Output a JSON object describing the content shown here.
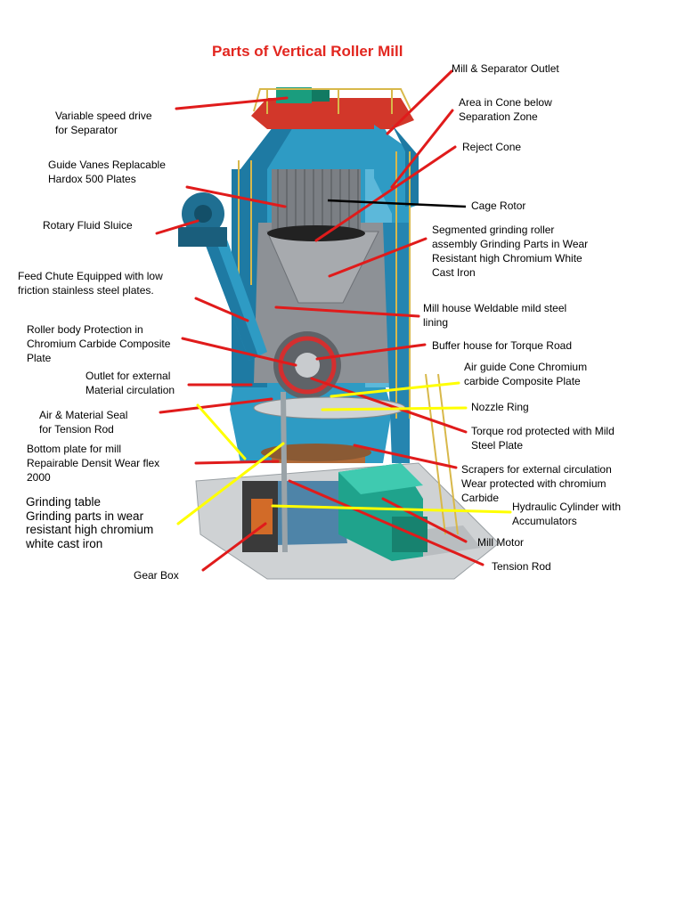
{
  "title": "Parts of Vertical Roller Mill",
  "colors": {
    "title": "#e2261f",
    "leader_red": "#e01b1b",
    "leader_yellow": "#ffff00",
    "leader_black": "#000000",
    "mill_blue": "#2e9bc4",
    "motor_teal": "#1fa38c"
  },
  "labels": {
    "mill_separator_outlet": "Mill & Separator Outlet",
    "variable_speed_drive": "Variable speed drive\nfor Separator",
    "area_in_cone": "Area in Cone below\nSeparation Zone",
    "reject_cone": "Reject Cone",
    "guide_vanes": "Guide Vanes Replacable\nHardox 500 Plates",
    "cage_rotor": "Cage Rotor",
    "rotary_fluid_sluice": "Rotary Fluid Sluice",
    "segmented_grinding_roller": "Segmented grinding roller\nassembly Grinding Parts in Wear\nResistant high Chromium White\nCast Iron",
    "feed_chute": "Feed Chute Equipped with low\nfriction stainless steel plates.",
    "mill_house": "Mill house Weldable mild steel\nlining",
    "roller_body_protection": "Roller body Protection in\nChromium Carbide Composite\nPlate",
    "buffer_house": "Buffer house for Torque Road",
    "outlet_external": "Outlet for external\nMaterial circulation",
    "air_guide_cone": "Air guide Cone Chromium\ncarbide Composite Plate",
    "air_material_seal": "Air & Material Seal\nfor Tension Rod",
    "nozzle_ring": "Nozzle Ring",
    "bottom_plate": "Bottom plate for mill\nRepairable Densit Wear flex\n2000",
    "torque_rod": "Torque rod protected with Mild\nSteel Plate",
    "scrapers": "Scrapers for external circulation\nWear protected with chromium\nCarbide",
    "grinding_table": "Grinding table\nGrinding parts in wear\nresistant high chromium\nwhite cast iron",
    "hydraulic_cylinder": "Hydraulic Cylinder with\nAccumulators",
    "mill_motor": "Mill Motor",
    "tension_rod": "Tension Rod",
    "gear_box": "Gear Box"
  }
}
